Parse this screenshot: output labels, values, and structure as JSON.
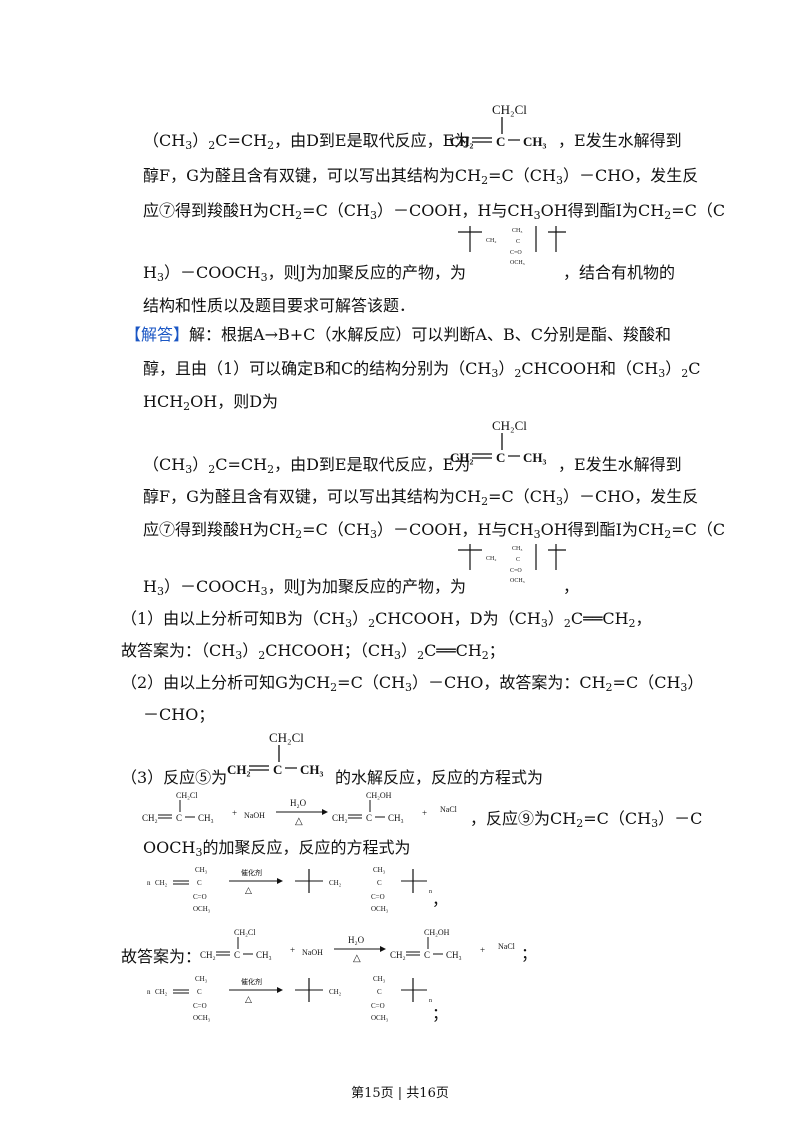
{
  "lines": {
    "l1": "（CH<sub>3</sub>）<sub>2</sub>C=CH<sub>2</sub>，由D到E是取代反应，E为",
    "l1b": "，E发生水解得到",
    "l2": "醇F，G为醛且含有双键，可以写出其结构为CH<sub>2</sub>=C（CH<sub>3</sub>）－CHO，发生反",
    "l3": "应⑦得到羧酸H为CH<sub>2</sub>=C（CH<sub>3</sub>）－COOH，H与CH<sub>3</sub>OH得到酯I为CH<sub>2</sub>=C（C",
    "l4": "H<sub>3</sub>）－COOCH<sub>3</sub>，则J为加聚反应的产物，为",
    "l4b": "，结合有机物的",
    "l5": "结构和性质以及题目要求可解答该题．",
    "l6": "解：根据A→B+C（水解反应）可以判断A、B、C分别是酯、羧酸和",
    "l7": "醇，且由（1）可以确定B和C的结构分别为（CH<sub>3</sub>）<sub>2</sub>CHCOOH和（CH<sub>3</sub>）<sub>2</sub>C",
    "l8": "HCH<sub>2</sub>OH，则D为",
    "l9": "（CH<sub>3</sub>）<sub>2</sub>C=CH<sub>2</sub>，由D到E是取代反应，E为",
    "l9b": "，E发生水解得到",
    "l10": "醇F，G为醛且含有双键，可以写出其结构为CH<sub>2</sub>=C（CH<sub>3</sub>）－CHO，发生反",
    "l11": "应⑦得到羧酸H为CH<sub>2</sub>=C（CH<sub>3</sub>）－COOH，H与CH<sub>3</sub>OH得到酯I为CH<sub>2</sub>=C（C",
    "l12": "H<sub>3</sub>）－COOCH<sub>3</sub>，则J为加聚反应的产物，为",
    "l12b": "，",
    "l13": "（1）由以上分析可知B为（CH<sub>3</sub>）<sub>2</sub>CHCOOH，D为（CH<sub>3</sub>）<sub>2</sub>C══CH<sub>2</sub>，",
    "l14": "故答案为：（CH<sub>3</sub>）<sub>2</sub>CHCOOH；（CH<sub>3</sub>）<sub>2</sub>C══CH<sub>2</sub>；",
    "l15": "（2）由以上分析可知G为CH<sub>2</sub>=C（CH<sub>3</sub>）－CHO，故答案为：CH<sub>2</sub>=C（CH<sub>3</sub>）",
    "l16": "－CHO；",
    "l17": "（3）反应⑤为",
    "l17b": "的水解反应，反应的方程式为",
    "l18b": "，反应⑨为CH<sub>2</sub>=C（CH<sub>3</sub>）－C",
    "l19": "OOCH<sub>3</sub>的加聚反应，反应的方程式为",
    "l20b": "，",
    "l21": "故答案为：",
    "l21b": "；",
    "l22b": "；"
  },
  "tag": "【解答】",
  "structs": {
    "ch2cl": "CH₂Cl",
    "ch2": "CH₂",
    "c": "C",
    "ch3": "CH₃",
    "ch2oh": "CH₂OH",
    "naoh": "NaOH",
    "nacl": "NaCl",
    "plus": "+",
    "h2o": "H₂O",
    "delta": "△",
    "catalyst": "催化剂",
    "n": "n",
    "ococh3": "OCH₃",
    "co": "C=O"
  },
  "footer": "第15页 | 共16页"
}
